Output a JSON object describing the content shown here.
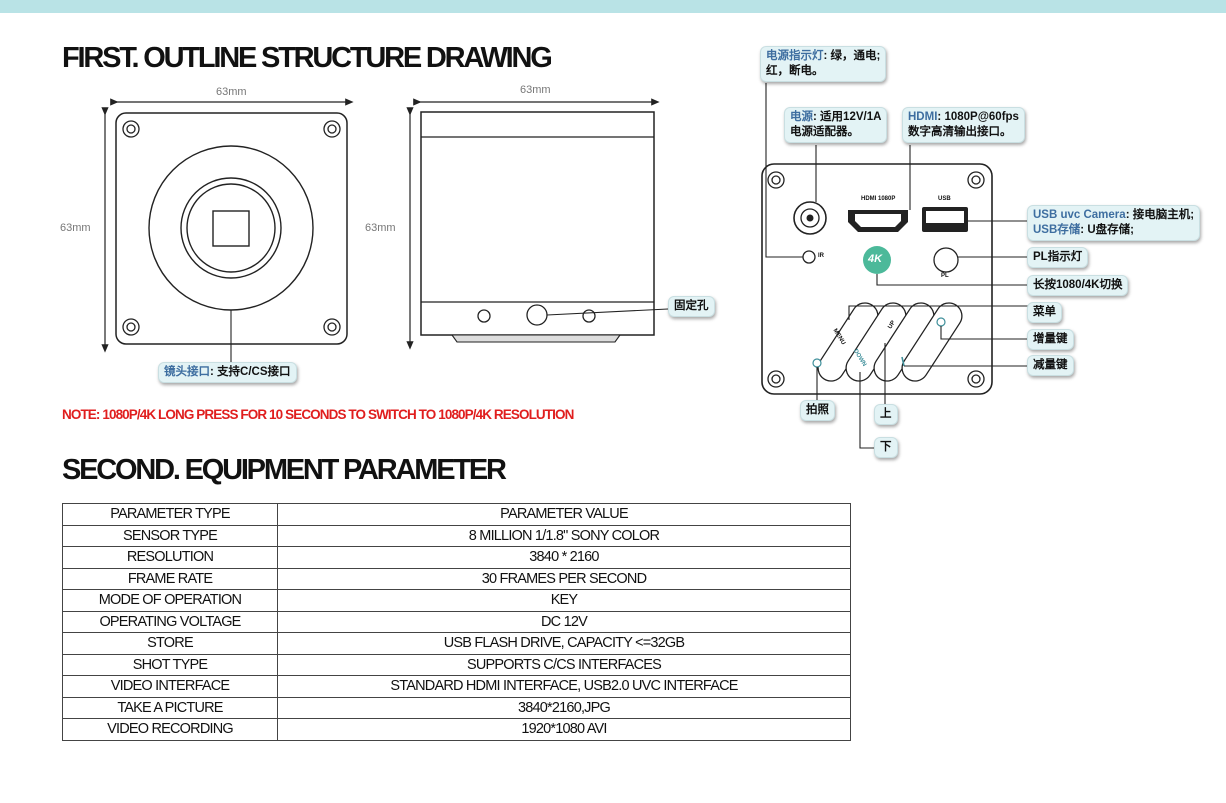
{
  "headings": {
    "first": "FIRST. OUTLINE STRUCTURE DRAWING",
    "second": "SECOND. EQUIPMENT PARAMETER"
  },
  "note": "NOTE: 1080P/4K LONG PRESS FOR 10 SECONDS TO SWITCH TO 1080P/4K RESOLUTION",
  "dimensions": {
    "front_width": "63mm",
    "front_height": "63mm",
    "side_width": "63mm",
    "side_height": "63mm"
  },
  "callouts": {
    "lens_mount": {
      "key": "镜头接口",
      "sep": ":",
      "value": "支持C/CS接口"
    },
    "fixing_hole": "固定孔",
    "power_led": {
      "key": "电源指示灯",
      "sep": ":",
      "value_line1": "绿，通电;",
      "value_line2": "红，断电。"
    },
    "power": {
      "key": "电源",
      "sep": ":",
      "value_line1": "适用12V/1A",
      "value_line2": "电源适配器。"
    },
    "hdmi": {
      "key": "HDMI",
      "sep": ":",
      "value_line1": "1080P@60fps",
      "value_line2": "数字高清输出接口。"
    },
    "usb": {
      "key_line1": "USB uvc Camera",
      "value_line1": "接电脑主机;",
      "key_line2": "USB存储",
      "value_line2": "U盘存储;"
    },
    "pl_led": "PL指示灯",
    "long_press": "长按1080/4K切换",
    "menu": "菜单",
    "increase": "增量键",
    "decrease": "减量键",
    "photo": "拍照",
    "up": "上",
    "down": "下"
  },
  "panel_labels": {
    "hdmi": "HDMI 1080P",
    "usb": "USB",
    "ir": "IR",
    "pl": "PL",
    "badge_4k": "4K",
    "menu_key": "MENU",
    "up_key": "UP",
    "down_key": "DOWN"
  },
  "table": {
    "header": [
      "PARAMETER TYPE",
      "PARAMETER VALUE"
    ],
    "rows": [
      [
        "SENSOR TYPE",
        "8 MILLION 1/1.8\" SONY COLOR"
      ],
      [
        "RESOLUTION",
        "3840 * 2160"
      ],
      [
        "FRAME RATE",
        "30 FRAMES PER SECOND"
      ],
      [
        "MODE OF OPERATION",
        "KEY"
      ],
      [
        "OPERATING VOLTAGE",
        "DC 12V"
      ],
      [
        "STORE",
        "USB FLASH DRIVE, CAPACITY <=32GB"
      ],
      [
        "SHOT TYPE",
        "SUPPORTS C/CS INTERFACES"
      ],
      [
        "VIDEO INTERFACE",
        "STANDARD HDMI INTERFACE, USB2.0 UVC INTERFACE"
      ],
      [
        "TAKE A PICTURE",
        "3840*2160,JPG"
      ],
      [
        "VIDEO RECORDING",
        "1920*1080 AVI"
      ]
    ]
  },
  "colors": {
    "top_bar": "#b9e3e6",
    "note": "#e01e1e",
    "callout_fill": "#e3f3f5",
    "callout_key": "#3e6ea0",
    "badge_4k": "#4cb99a"
  }
}
